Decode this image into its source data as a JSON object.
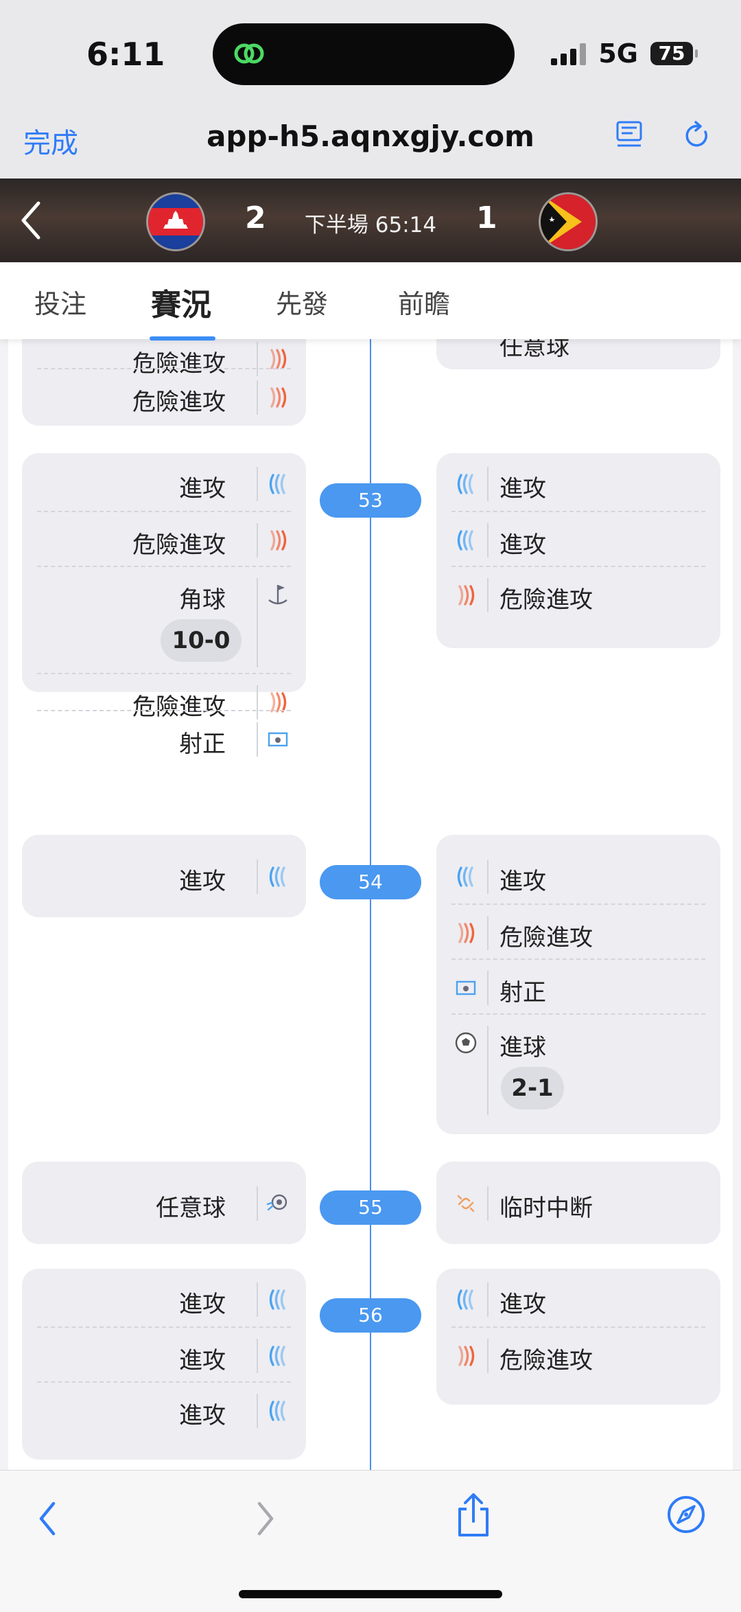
{
  "status_bar": {
    "time": "6:11",
    "network": "5G",
    "battery": "75"
  },
  "browser": {
    "done_label": "完成",
    "url": "app-h5.aqnxgjy.com"
  },
  "match": {
    "home_score": "2",
    "away_score": "1",
    "status": "下半場 65:14"
  },
  "tabs": [
    {
      "label": "投注",
      "active": false
    },
    {
      "label": "賽況",
      "active": true
    },
    {
      "label": "先發",
      "active": false
    },
    {
      "label": "前瞻",
      "active": false
    }
  ],
  "timeline": {
    "top_partial": {
      "left_event": "危險進攻",
      "left_cut": "危險進攻",
      "right_cut": "任意球"
    },
    "minutes": [
      {
        "minute": "53",
        "home": [
          {
            "name": "進攻",
            "icon": "attack-icon"
          },
          {
            "name": "危險進攻",
            "icon": "dangerous-attack-icon"
          },
          {
            "name": "角球",
            "icon": "corner-flag-icon",
            "score": "10-0"
          },
          {
            "name": "危險進攻",
            "icon": "dangerous-attack-icon"
          },
          {
            "name": "射正",
            "icon": "shot-on-target-icon"
          }
        ],
        "away": [
          {
            "name": "進攻",
            "icon": "attack-icon"
          },
          {
            "name": "進攻",
            "icon": "attack-icon"
          },
          {
            "name": "危險進攻",
            "icon": "dangerous-attack-icon"
          }
        ]
      },
      {
        "minute": "54",
        "home": [
          {
            "name": "進攻",
            "icon": "attack-icon"
          }
        ],
        "away": [
          {
            "name": "進攻",
            "icon": "attack-icon"
          },
          {
            "name": "危險進攻",
            "icon": "dangerous-attack-icon"
          },
          {
            "name": "射正",
            "icon": "shot-on-target-icon"
          },
          {
            "name": "進球",
            "icon": "soccer-ball-icon",
            "score": "2-1"
          }
        ]
      },
      {
        "minute": "55",
        "home": [
          {
            "name": "任意球",
            "icon": "free-kick-icon"
          }
        ],
        "away": [
          {
            "name": "临时中断",
            "icon": "interruption-icon"
          }
        ]
      },
      {
        "minute": "56",
        "home": [
          {
            "name": "進攻",
            "icon": "attack-icon"
          },
          {
            "name": "進攻",
            "icon": "attack-icon"
          },
          {
            "name": "進攻",
            "icon": "attack-icon"
          }
        ],
        "away": [
          {
            "name": "進攻",
            "icon": "attack-icon"
          },
          {
            "name": "危險進攻",
            "icon": "dangerous-attack-icon"
          }
        ]
      }
    ]
  },
  "colors": {
    "accent": "#4a98f0",
    "attack": "#4aa3f0",
    "danger": "#f0643c",
    "link": "#2f7cf6"
  }
}
